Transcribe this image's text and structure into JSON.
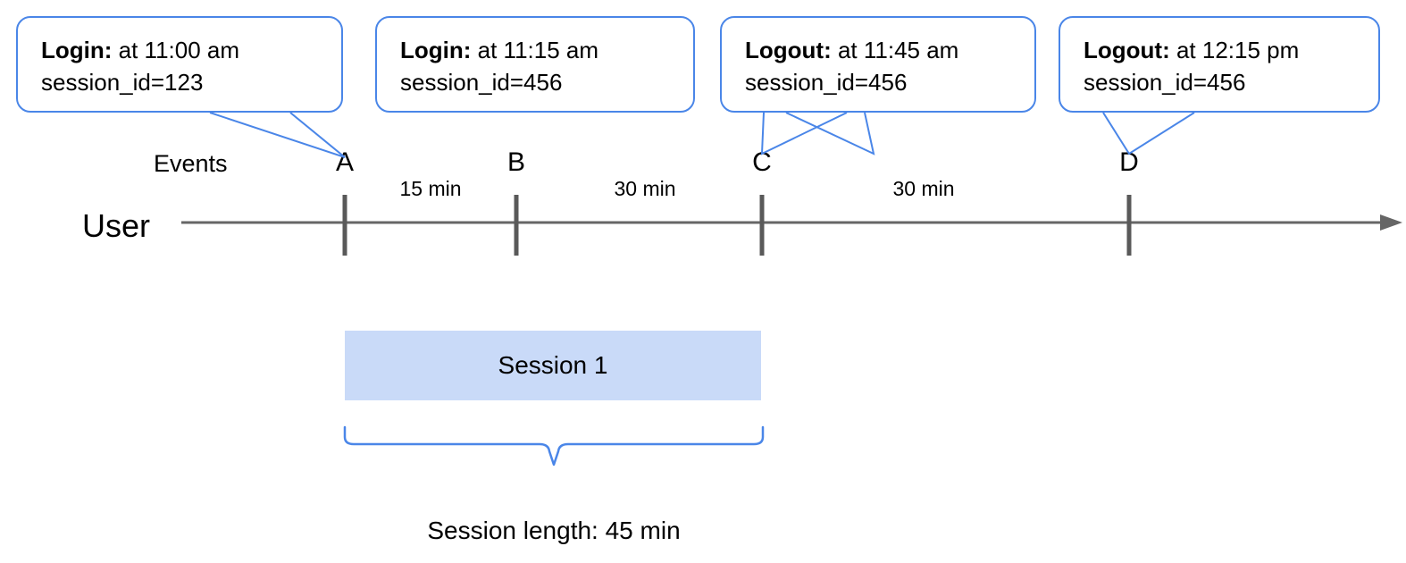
{
  "diagram": {
    "row_labels": {
      "events": "Events",
      "user": "User"
    },
    "events": [
      {
        "tick": "A",
        "kind": "Login:",
        "time": " at 11:00 am",
        "session_id": "session_id=123"
      },
      {
        "tick": "B",
        "kind": "Login:",
        "time": " at 11:15 am",
        "session_id": "session_id=456"
      },
      {
        "tick": "C",
        "kind": "Logout:",
        "time": " at 11:45 am",
        "session_id": "session_id=456"
      },
      {
        "tick": "D",
        "kind": "Logout:",
        "time": " at 12:15 pm",
        "session_id": "session_id=456"
      }
    ],
    "gaps": [
      {
        "label": "15 min"
      },
      {
        "label": "30 min"
      },
      {
        "label": "30 min"
      }
    ],
    "session": {
      "bar_label": "Session 1",
      "length_label": "Session length: 45 min"
    },
    "colors": {
      "bubble_border": "#4a86e8",
      "brace": "#4a86e8",
      "session_fill": "#c9daf8",
      "axis": "#666666",
      "text": "#000000"
    }
  }
}
